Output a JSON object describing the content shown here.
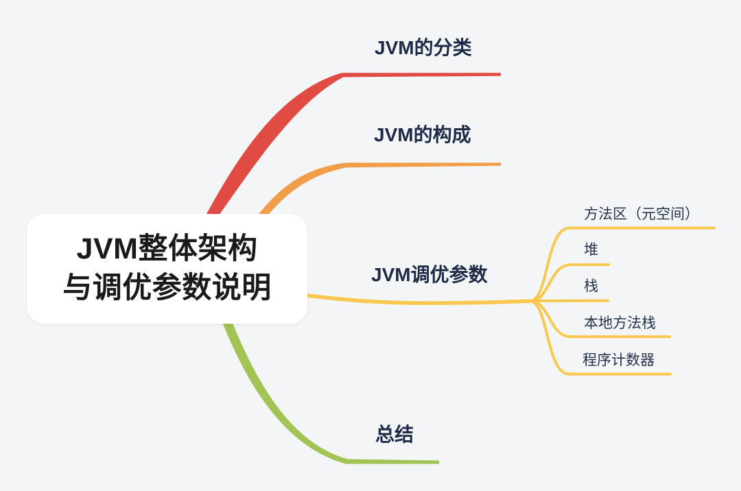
{
  "palette": {
    "background": "#f4f5f6",
    "root_node_background": "#ffffff",
    "root_text_color": "#1a1a1a",
    "topic_text_color": "#1e2a47",
    "subtopic_text_color": "#24334e"
  },
  "root": {
    "title_line1": "JVM整体架构",
    "title_line2": "与调优参数说明"
  },
  "branches": [
    {
      "id": "jvm-classification",
      "label": "JVM的分类",
      "color": "#e04b44",
      "children": []
    },
    {
      "id": "jvm-composition",
      "label": "JVM的构成",
      "color": "#f09e4a",
      "children": []
    },
    {
      "id": "jvm-tuning-params",
      "label": "JVM调优参数",
      "color": "#f9c84e",
      "children": [
        {
          "id": "method-area",
          "label": "方法区（元空间）"
        },
        {
          "id": "heap",
          "label": "堆"
        },
        {
          "id": "stack",
          "label": "栈"
        },
        {
          "id": "native-stack",
          "label": "本地方法栈"
        },
        {
          "id": "program-counter",
          "label": "程序计数器"
        }
      ]
    },
    {
      "id": "summary",
      "label": "总结",
      "color": "#a2c455",
      "children": []
    }
  ]
}
